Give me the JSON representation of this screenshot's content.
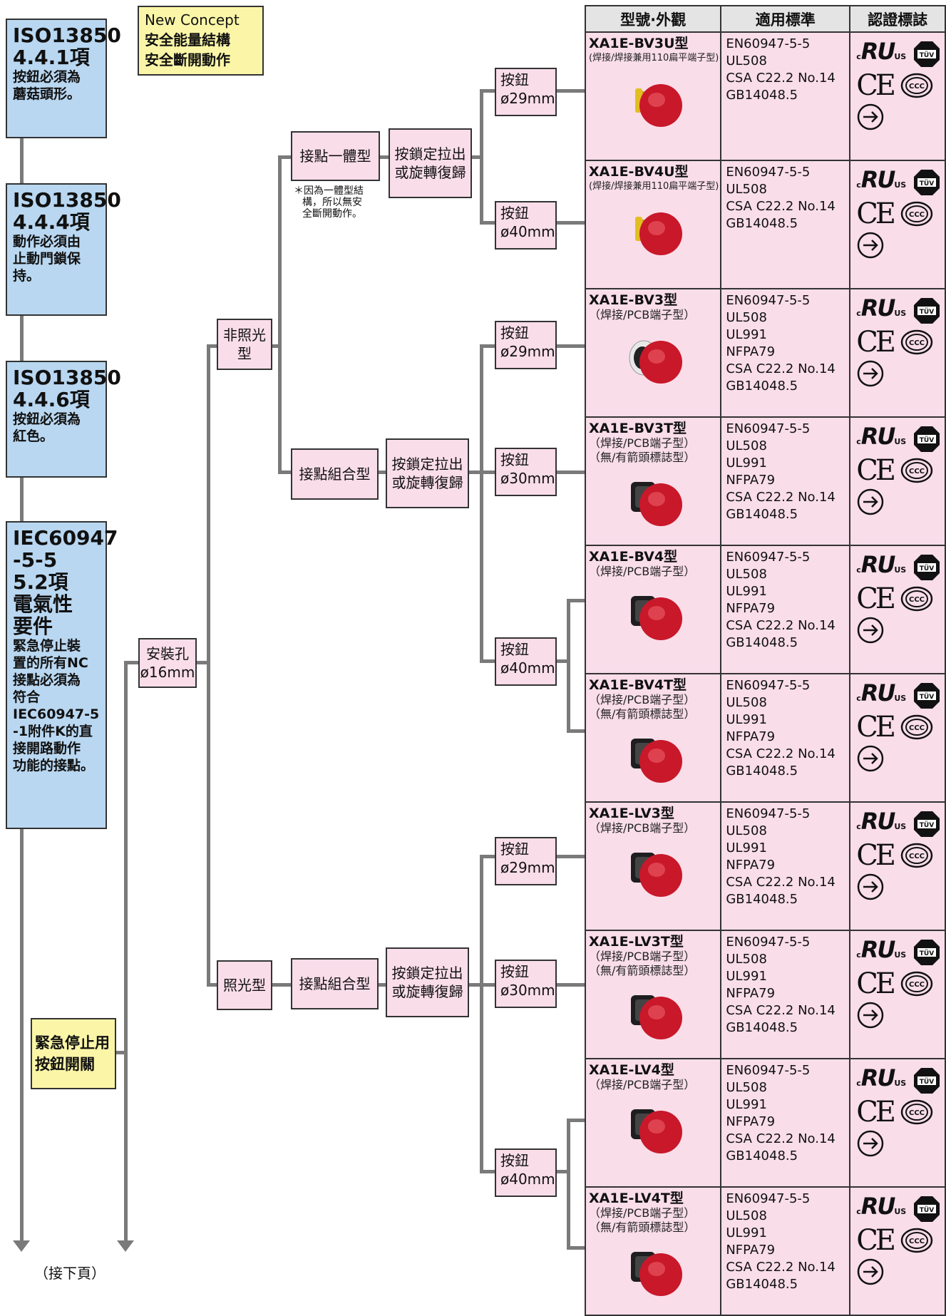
{
  "header_note": [
    "New Concept",
    "安全能量結構",
    "安全斷開動作"
  ],
  "iso_boxes": [
    {
      "head": [
        "ISO13850",
        "4.4.1項"
      ],
      "text": [
        "按鈕必須為",
        "蘑菇頭形。"
      ]
    },
    {
      "head": [
        "ISO13850",
        "4.4.4項"
      ],
      "text": [
        "動作必須由",
        "止動門鎖保",
        "持。"
      ]
    },
    {
      "head": [
        "ISO13850",
        "4.4.6項"
      ],
      "text": [
        "按鈕必須為",
        "紅色。"
      ]
    },
    {
      "head": [
        "IEC60947",
        "-5-5",
        "5.2項",
        "電氣性",
        "要件"
      ],
      "text": [
        "緊急停止裝",
        "置的所有NC",
        "接點必須為",
        "符合",
        "IEC60947-5",
        "-1附件K的直",
        "接開路動作",
        "功能的接點。"
      ]
    }
  ],
  "root_label": [
    "緊急停止用",
    "按鈕開關"
  ],
  "continue_label": "（接下頁）",
  "tree": {
    "mount": [
      "安裝孔",
      "ø16mm"
    ],
    "non_illuminated": "非照光型",
    "illuminated": "照光型",
    "monoblock": "接點一體型",
    "monoblock_note": [
      "＊因為一體型結",
      "構，所以無安",
      "全斷開動作。"
    ],
    "contact_block": "接點組合型",
    "reset": [
      "按鎖定拉出",
      "或旋轉復歸"
    ],
    "button_29": [
      "按鈕",
      "ø29mm"
    ],
    "button_30": [
      "按鈕",
      "ø30mm"
    ],
    "button_40": [
      "按鈕",
      "ø40mm"
    ]
  },
  "table": {
    "headers": [
      "型號·外觀",
      "適用標準",
      "認證標誌"
    ],
    "rows": [
      {
        "model": "XA1E-BV3U型",
        "sub": [
          "(焊接/焊接兼用110扁平端子型)"
        ],
        "small": true,
        "standards": [
          "EN60947-5-5",
          "UL508",
          "CSA C22.2 No.14",
          "GB14048.5"
        ],
        "photo": "yellow-ring"
      },
      {
        "model": "XA1E-BV4U型",
        "sub": [
          "(焊接/焊接兼用110扁平端子型)"
        ],
        "small": true,
        "standards": [
          "EN60947-5-5",
          "UL508",
          "CSA C22.2 No.14",
          "GB14048.5"
        ],
        "photo": "yellow-ring"
      },
      {
        "model": "XA1E-BV3型",
        "sub": [
          "（焊接/PCB端子型）"
        ],
        "small": false,
        "standards": [
          "EN60947-5-5",
          "UL508",
          "UL991",
          "NFPA79",
          "CSA C22.2 No.14",
          "GB14048.5"
        ],
        "photo": "white-ring"
      },
      {
        "model": "XA1E-BV3T型",
        "sub": [
          "（焊接/PCB端子型）",
          "（無/有箭頭標誌型）"
        ],
        "small": false,
        "standards": [
          "EN60947-5-5",
          "UL508",
          "UL991",
          "NFPA79",
          "CSA C22.2 No.14",
          "GB14048.5"
        ],
        "photo": "black-body"
      },
      {
        "model": "XA1E-BV4型",
        "sub": [
          "（焊接/PCB端子型）"
        ],
        "small": false,
        "standards": [
          "EN60947-5-5",
          "UL508",
          "UL991",
          "NFPA79",
          "CSA C22.2 No.14",
          "GB14048.5"
        ],
        "photo": "black-body"
      },
      {
        "model": "XA1E-BV4T型",
        "sub": [
          "（焊接/PCB端子型）",
          "（無/有箭頭標誌型）"
        ],
        "small": false,
        "standards": [
          "EN60947-5-5",
          "UL508",
          "UL991",
          "NFPA79",
          "CSA C22.2 No.14",
          "GB14048.5"
        ],
        "photo": "black-body"
      },
      {
        "model": "XA1E-LV3型",
        "sub": [
          "（焊接/PCB端子型）"
        ],
        "small": false,
        "standards": [
          "EN60947-5-5",
          "UL508",
          "UL991",
          "NFPA79",
          "CSA C22.2 No.14",
          "GB14048.5"
        ],
        "photo": "black-body"
      },
      {
        "model": "XA1E-LV3T型",
        "sub": [
          "（焊接/PCB端子型）",
          "（無/有箭頭標誌型）"
        ],
        "small": false,
        "standards": [
          "EN60947-5-5",
          "UL508",
          "UL991",
          "NFPA79",
          "CSA C22.2 No.14",
          "GB14048.5"
        ],
        "photo": "black-body"
      },
      {
        "model": "XA1E-LV4型",
        "sub": [
          "（焊接/PCB端子型）"
        ],
        "small": false,
        "standards": [
          "EN60947-5-5",
          "UL508",
          "UL991",
          "NFPA79",
          "CSA C22.2 No.14",
          "GB14048.5"
        ],
        "photo": "black-body"
      },
      {
        "model": "XA1E-LV4T型",
        "sub": [
          "（焊接/PCB端子型）",
          "（無/有箭頭標誌型）"
        ],
        "small": false,
        "standards": [
          "EN60947-5-5",
          "UL508",
          "UL991",
          "NFPA79",
          "CSA C22.2 No.14",
          "GB14048.5"
        ],
        "photo": "black-body"
      }
    ],
    "cert_marks": {
      "ul_text": "RU",
      "ul_c": "c",
      "ul_us": "US",
      "tuv_text": "TÜV",
      "ce_text": "CE",
      "ccc_text": "CCC"
    }
  },
  "colors": {
    "blue_box": "#b9d7f1",
    "yellow_box": "#fbf6a7",
    "pink_box": "#f9dde9",
    "header_gray": "#e4e4e4",
    "connector": "#7a7a7a",
    "button_red": "#c8182a"
  }
}
